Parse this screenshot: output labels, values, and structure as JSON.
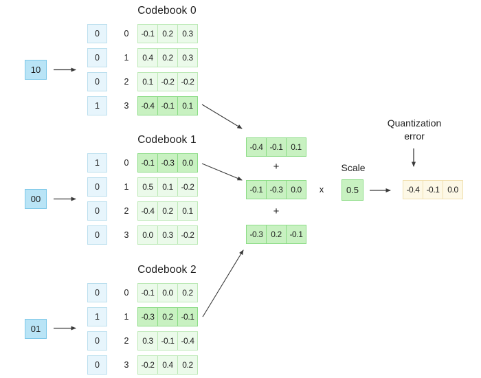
{
  "colors": {
    "input_fill": "#b9e4f6",
    "input_border": "#7cc7e8",
    "onehot_fill": "#e7f5fc",
    "onehot_border": "#bbdfee",
    "cell_fill": "#ebfaea",
    "cell_border": "#bce9b6",
    "highlight_fill": "#c8f1c1",
    "highlight_border": "#8bdc85",
    "result_fill": "#fdf8e6",
    "result_border": "#f0dfae",
    "arrow": "#3a3a3a"
  },
  "codebooks": [
    {
      "title": "Codebook 0",
      "input": "10",
      "bits": [
        "0",
        "0",
        "0",
        "1"
      ],
      "indices": [
        "0",
        "1",
        "2",
        "3"
      ],
      "rows": [
        {
          "cells": [
            "-0.1",
            "0.2",
            "0.3"
          ],
          "selected": false
        },
        {
          "cells": [
            "0.4",
            "0.2",
            "0.3"
          ],
          "selected": false
        },
        {
          "cells": [
            "0.1",
            "-0.2",
            "-0.2"
          ],
          "selected": false
        },
        {
          "cells": [
            "-0.4",
            "-0.1",
            "0.1"
          ],
          "selected": true
        }
      ]
    },
    {
      "title": "Codebook 1",
      "input": "00",
      "bits": [
        "1",
        "0",
        "0",
        "0"
      ],
      "indices": [
        "0",
        "1",
        "2",
        "3"
      ],
      "rows": [
        {
          "cells": [
            "-0.1",
            "-0.3",
            "0.0"
          ],
          "selected": true
        },
        {
          "cells": [
            "0.5",
            "0.1",
            "-0.2"
          ],
          "selected": false
        },
        {
          "cells": [
            "-0.4",
            "0.2",
            "0.1"
          ],
          "selected": false
        },
        {
          "cells": [
            "0.0",
            "0.3",
            "-0.2"
          ],
          "selected": false
        }
      ]
    },
    {
      "title": "Codebook 2",
      "input": "01",
      "bits": [
        "0",
        "1",
        "0",
        "0"
      ],
      "indices": [
        "0",
        "1",
        "2",
        "3"
      ],
      "rows": [
        {
          "cells": [
            "-0.1",
            "0.0",
            "0.2"
          ],
          "selected": false
        },
        {
          "cells": [
            "-0.3",
            "0.2",
            "-0.1"
          ],
          "selected": true
        },
        {
          "cells": [
            "0.3",
            "-0.1",
            "-0.4"
          ],
          "selected": false
        },
        {
          "cells": [
            "-0.2",
            "0.4",
            "0.2"
          ],
          "selected": false
        }
      ]
    }
  ],
  "combine": {
    "vectors": [
      {
        "cells": [
          "-0.4",
          "-0.1",
          "0.1"
        ]
      },
      {
        "cells": [
          "-0.1",
          "-0.3",
          "0.0"
        ]
      },
      {
        "cells": [
          "-0.3",
          "0.2",
          "-0.1"
        ]
      }
    ],
    "plus_sign": "+",
    "times_sign": "x"
  },
  "scale": {
    "label": "Scale",
    "value": "0.5"
  },
  "output": {
    "label_line1": "Quantization",
    "label_line2": "error",
    "cells": [
      "-0.4",
      "-0.1",
      "0.0"
    ]
  }
}
